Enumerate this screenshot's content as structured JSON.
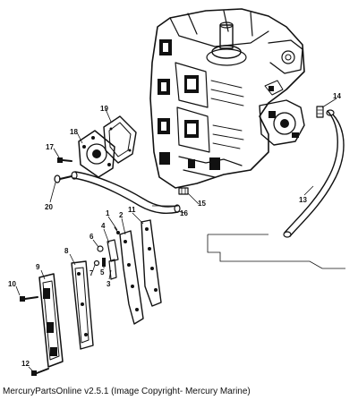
{
  "callouts": {
    "c1": "1",
    "c2": "2",
    "c3": "3",
    "c4": "4",
    "c5": "5",
    "c6": "6",
    "c7": "7",
    "c8": "8",
    "c9": "9",
    "c10": "10",
    "c11": "11",
    "c12": "12",
    "c13": "13",
    "c14": "14",
    "c15": "15",
    "c16": "16",
    "c17": "17",
    "c18": "18",
    "c19": "19",
    "c20": "20"
  },
  "caption": "MercuryPartsOnline v2.5.1 (Image Copyright- Mercury Marine)"
}
